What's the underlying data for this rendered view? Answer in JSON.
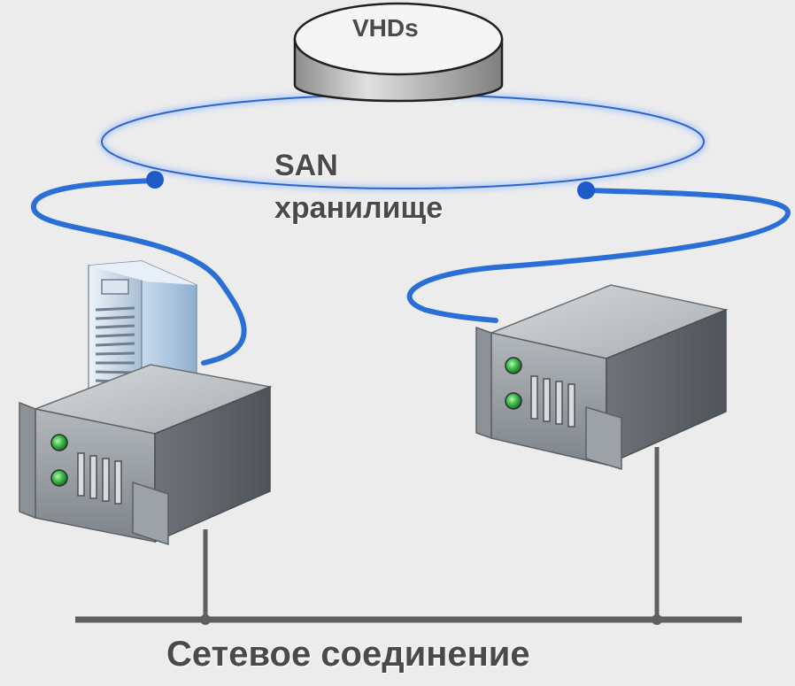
{
  "storage": {
    "label": "VHDs"
  },
  "san": {
    "line1": "SAN",
    "line2": "хранилище"
  },
  "network": {
    "label": "Сетевое соединение"
  },
  "colors": {
    "background": "#ececec",
    "san_ring": "#2f63c7",
    "san_cable": "#2a6fd6",
    "network_line": "#5f5f5f",
    "server_body": "#9a9fa3",
    "tower_body": "#b9cfe3",
    "status_led": "#3fbf4d"
  }
}
